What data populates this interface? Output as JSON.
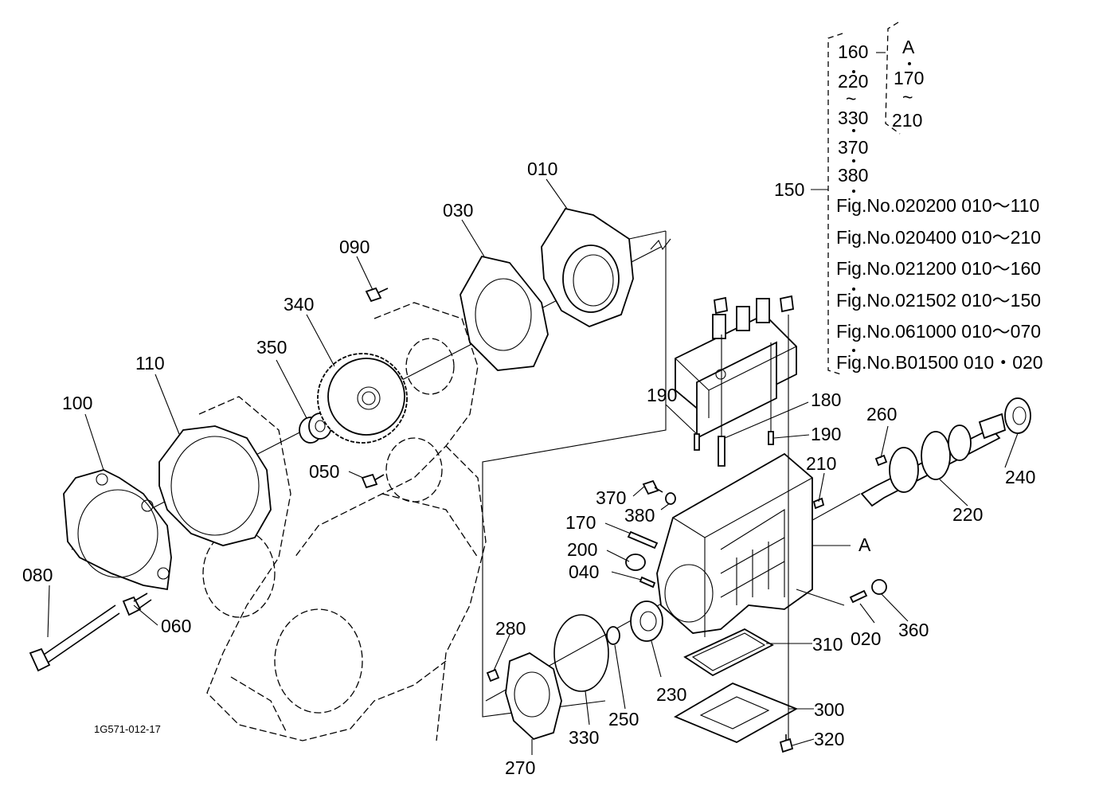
{
  "drawing_code": "1G571-012-17",
  "parts": {
    "p010": "010",
    "p020": "020",
    "p030": "030",
    "p040": "040",
    "p050": "050",
    "p060": "060",
    "p080": "080",
    "p090": "090",
    "p100": "100",
    "p110": "110",
    "p150": "150",
    "p170": "170",
    "p180": "180",
    "p190a": "190",
    "p190b": "190",
    "p200": "200",
    "p210": "210",
    "p220": "220",
    "p230": "230",
    "p240": "240",
    "p250": "250",
    "p260": "260",
    "p270": "270",
    "p280": "280",
    "p300": "300",
    "p310": "310",
    "p320": "320",
    "p330": "330",
    "p340": "340",
    "p350": "350",
    "p360": "360",
    "p370": "370",
    "p380": "380",
    "refA": "A"
  },
  "kit_list": {
    "items": [
      "160",
      "220",
      "330",
      "370",
      "380"
    ],
    "tilde": "~",
    "sub_kit": {
      "label": "A",
      "items": [
        "170",
        "210"
      ]
    },
    "fig_refs": [
      "Fig.No.020200  010～110",
      "Fig.No.020400  010～210",
      "Fig.No.021200  010～160",
      "Fig.No.021502  010～150",
      "Fig.No.061000  010～070",
      "Fig.No.B01500  010・020"
    ]
  }
}
